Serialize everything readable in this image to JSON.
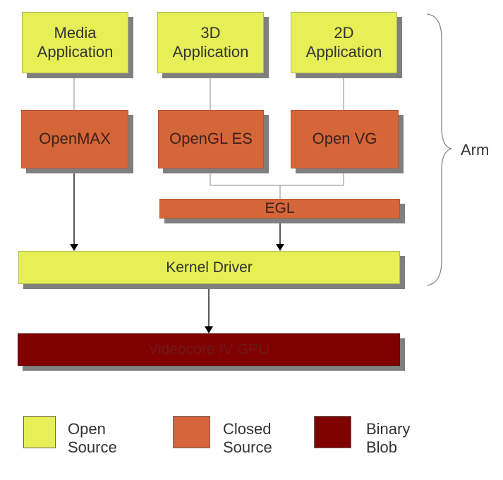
{
  "boxes": {
    "media_app": "Media\nApplication",
    "app_3d": "3D\nApplication",
    "app_2d": "2D\nApplication",
    "openmax": "OpenMAX",
    "opengl_es": "OpenGL ES",
    "open_vg": "Open VG",
    "egl": "EGL",
    "kernel_driver": "Kernel Driver",
    "gpu": "Videocore IV GPU"
  },
  "brace_label": "Arm",
  "legend": [
    {
      "label": "Open\nSource",
      "color": "#e6ef55"
    },
    {
      "label": "Closed\nSource",
      "color": "#d5663a"
    },
    {
      "label": "Binary\nBlob",
      "color": "#800000"
    }
  ],
  "colors": {
    "open_source": "#e6ef55",
    "closed_source": "#d5663a",
    "binary_blob": "#800000",
    "shadow": "#7f7f7f"
  }
}
